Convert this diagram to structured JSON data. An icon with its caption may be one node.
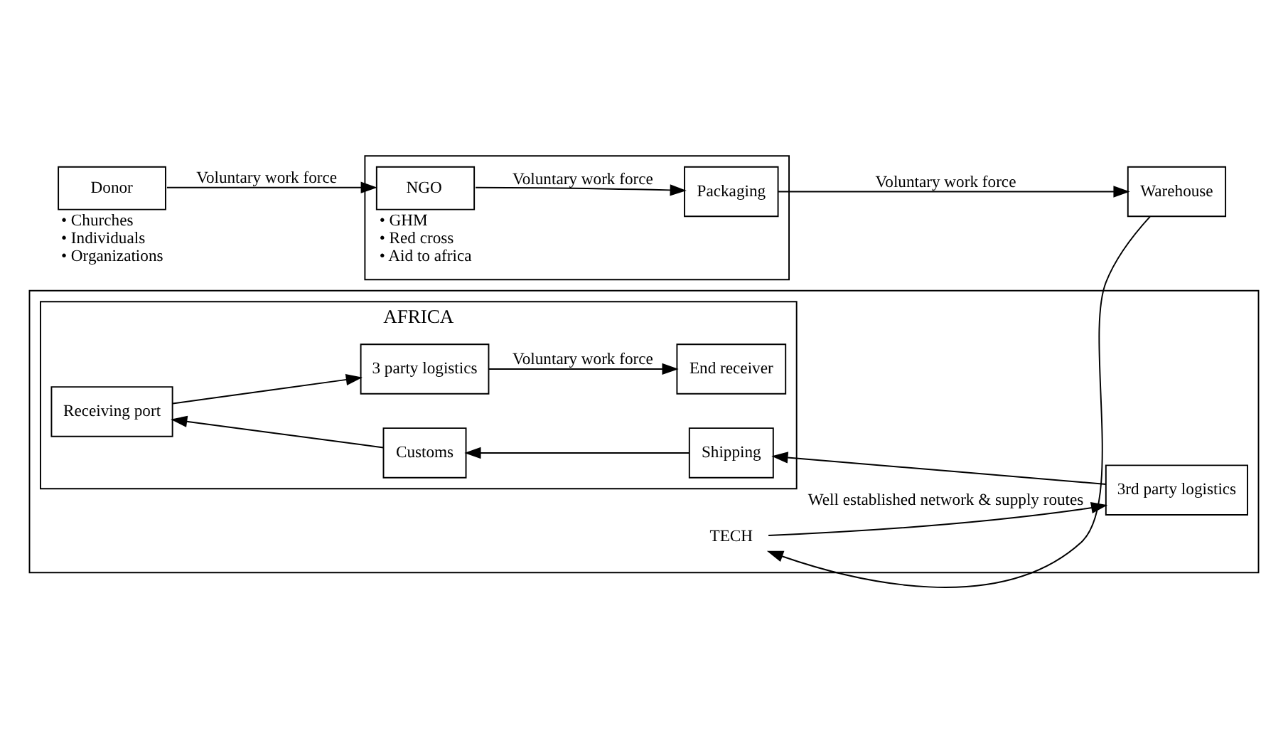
{
  "diagram": {
    "nodes": [
      {
        "text": [
          "Donor"
        ],
        "beside": [
          "• Churches",
          "• Individuals",
          "• Organizations"
        ]
      },
      {
        "text": [],
        "shape": "box"
      },
      {
        "text": [
          "NGO"
        ],
        "in": 1,
        "beside": [
          "• GHM",
          "• Red cross",
          "• Aid to africa"
        ]
      },
      {
        "text": [
          "Packaging"
        ],
        "in": 1
      },
      {
        "text": [
          "Warehouse"
        ]
      },
      {
        "text": [],
        "shape": "box"
      },
      {
        "text": [
          "TECH"
        ],
        "in": 5
      },
      {
        "text": [
          "AFRICA"
        ],
        "in": 5
      },
      {
        "text": [
          "Receiving port"
        ],
        "in": 7
      },
      {
        "text": [
          "Customs"
        ],
        "in": 7
      },
      {
        "text": [
          "Shipping"
        ],
        "in": 7
      },
      {
        "text": [
          "3rd party logistics"
        ],
        "in": 5
      },
      {
        "text": [
          "3 party logistics"
        ],
        "in": 7
      },
      {
        "text": [
          "End receiver"
        ],
        "in": 7
      }
    ],
    "edges": [
      {
        "from": 0,
        "to": 2,
        "arrow": "to",
        "label": "Voluntary work force"
      },
      {
        "from": 2,
        "to": 3,
        "arrow": "to",
        "label": "Voluntary work force"
      },
      {
        "from": 3,
        "to": 4,
        "arrow": "to",
        "label": "Voluntary work force"
      },
      {
        "from": 4,
        "to": 6,
        "arrow": "to"
      },
      {
        "from": 6,
        "to": 11,
        "arrow": "to",
        "label": "Well established network & supply routes"
      },
      {
        "from": 11,
        "to": 10,
        "arrow": "to"
      },
      {
        "from": 10,
        "to": 9,
        "arrow": "to"
      },
      {
        "from": 9,
        "to": 8,
        "arrow": "to"
      },
      {
        "from": 8,
        "to": 12,
        "arrow": "to"
      },
      {
        "from": 12,
        "to": 13,
        "arrow": "to",
        "label": "Voluntary work force"
      }
    ]
  }
}
